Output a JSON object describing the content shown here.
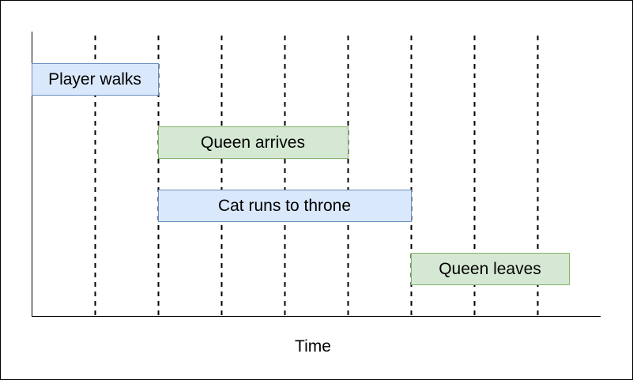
{
  "axis": {
    "label": "Time"
  },
  "timeline": {
    "divisions": 9,
    "events": [
      {
        "label": "Player walks",
        "start": 0,
        "end": 2,
        "row": 0,
        "color": "blue"
      },
      {
        "label": "Queen arrives",
        "start": 2,
        "end": 5,
        "row": 1,
        "color": "green"
      },
      {
        "label": "Cat runs to throne",
        "start": 2,
        "end": 6,
        "row": 2,
        "color": "blue"
      },
      {
        "label": "Queen leaves",
        "start": 6,
        "end": 8.5,
        "row": 3,
        "color": "green"
      }
    ]
  },
  "colors": {
    "blue_fill": "#dae8fc",
    "blue_stroke": "#6c8ebf",
    "green_fill": "#d5e8d4",
    "green_stroke": "#82b366"
  }
}
